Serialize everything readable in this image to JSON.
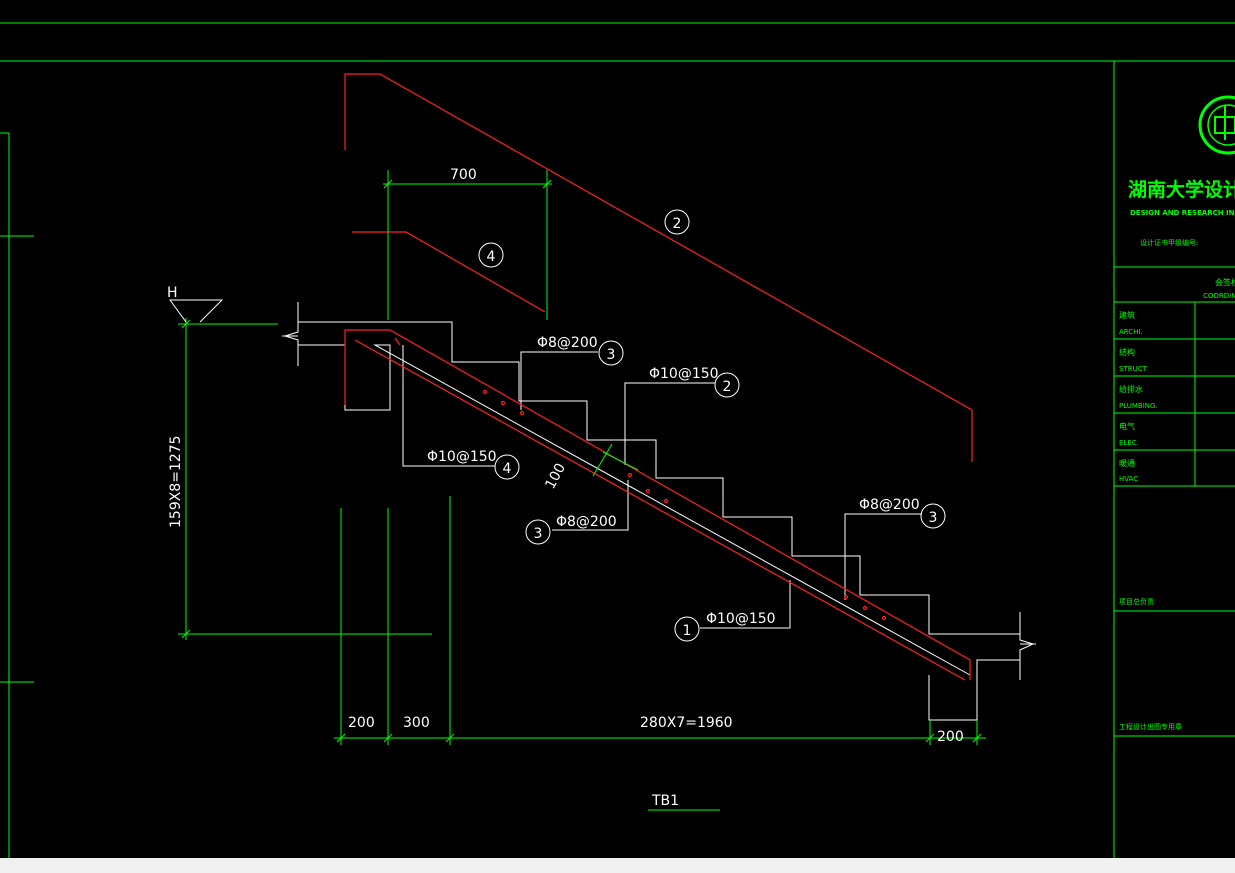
{
  "drawing": {
    "title": "TB1",
    "level_mark": "H",
    "dims": {
      "top_width": "700",
      "vertical": "159X8=1275",
      "bottom_a": "200",
      "bottom_b": "300",
      "bottom_main": "280X7=1960",
      "bottom_end": "200",
      "slab": "100"
    },
    "rebar_labels": [
      {
        "id": "r3a",
        "text": "Φ8@200",
        "circle": "3"
      },
      {
        "id": "r2a",
        "text": "Φ10@150",
        "circle": "2"
      },
      {
        "id": "r4a",
        "text": "Φ10@150",
        "circle": "4"
      },
      {
        "id": "r3b",
        "text": "Φ8@200",
        "circle": "3"
      },
      {
        "id": "r3c",
        "text": "Φ8@200",
        "circle": "3"
      },
      {
        "id": "r1a",
        "text": "Φ10@150",
        "circle": "1"
      }
    ],
    "bar_marks": {
      "bar2": "2",
      "bar4": "4"
    }
  },
  "title_block": {
    "org_cn": "湖南大学设计研",
    "org_en": "DESIGN AND RESEARCH INSTITUTE",
    "cert_label": "设计证书甲级编号:",
    "coord_cn": "会签栏",
    "coord_en": "COORDINA",
    "rows": [
      {
        "cn": "建筑",
        "en": "ARCHI."
      },
      {
        "cn": "结构",
        "en": "STRUCT"
      },
      {
        "cn": "给排水",
        "en": "PLUMBING."
      },
      {
        "cn": "电气",
        "en": "ELEC."
      },
      {
        "cn": "暖通",
        "en": "HVAC"
      }
    ],
    "project_lead": "项目总负责",
    "stamp_label": "工程设计出图专用章"
  },
  "colors": {
    "line": "#00ff00",
    "outline": "#ffffff",
    "rebar": "#ff2020",
    "bg": "#000000"
  }
}
